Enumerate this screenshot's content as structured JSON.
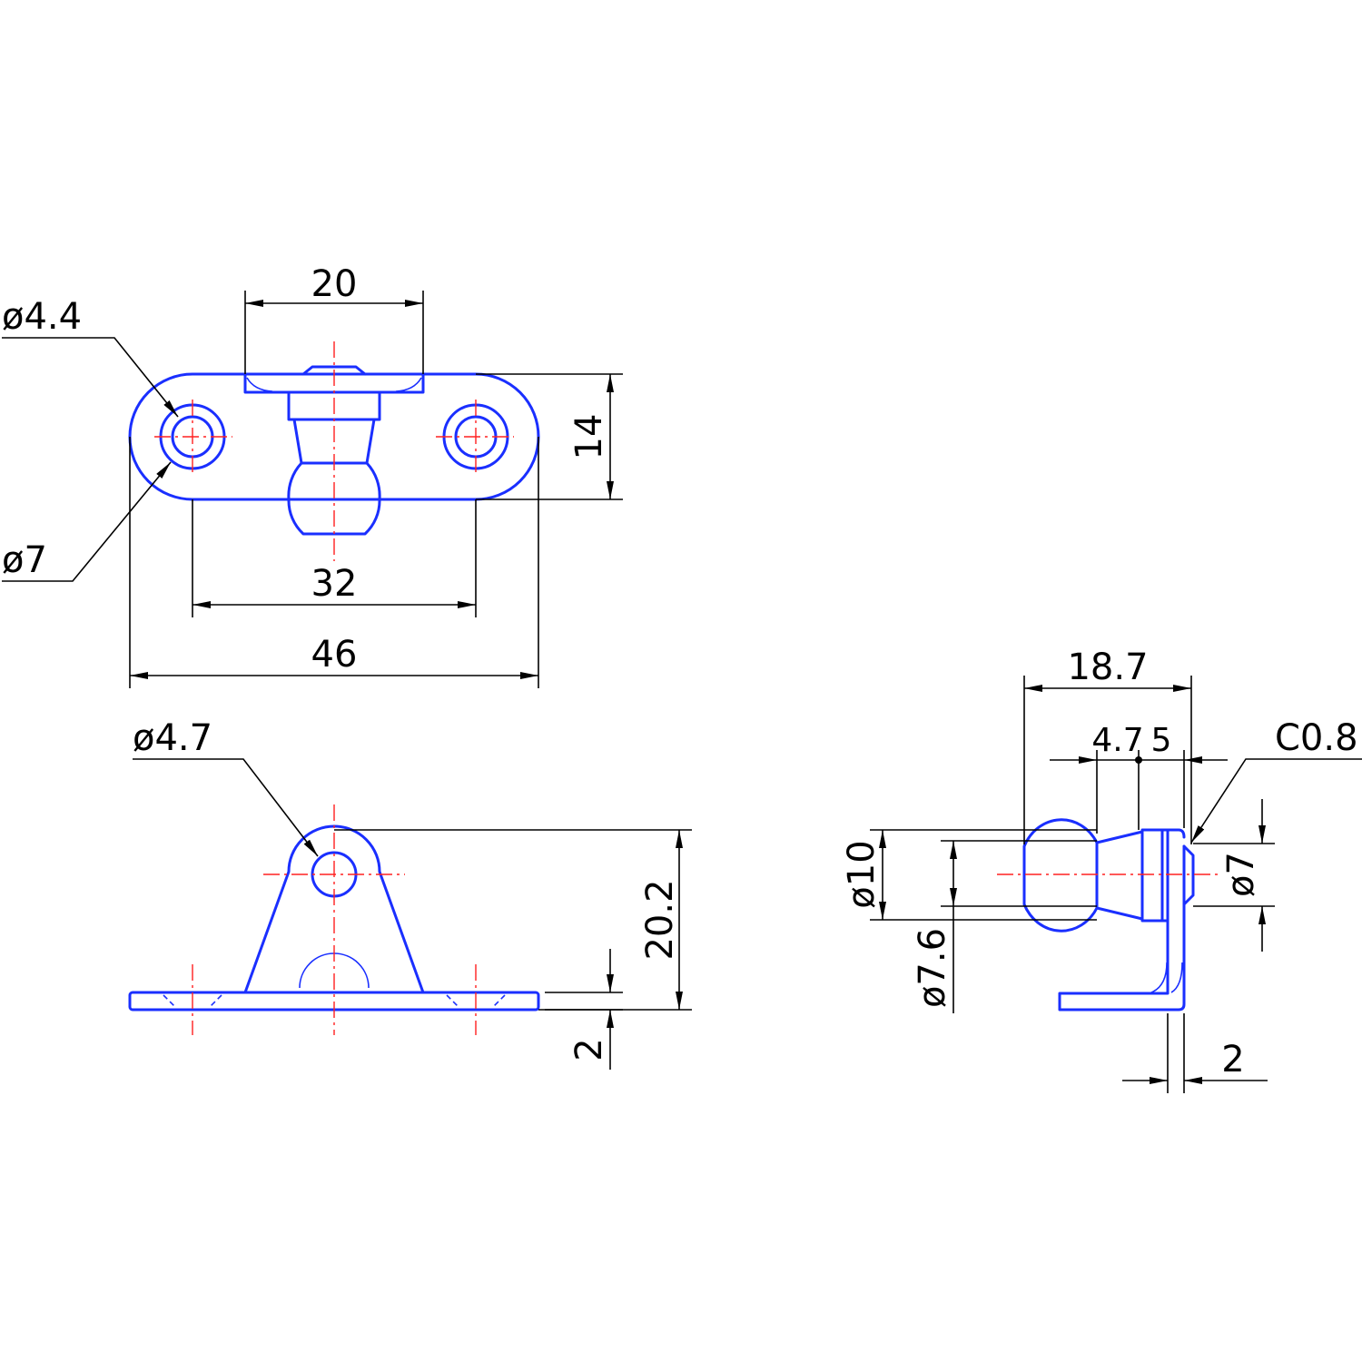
{
  "colors": {
    "part_outline": "#1a2fff",
    "centerline": "#ff2020",
    "dimension": "#000000",
    "background": "#ffffff"
  },
  "views": {
    "top": {
      "dims": {
        "hole_dia": "ø4.4",
        "counterbore_dia": "ø7",
        "slot_width": "20",
        "height": "14",
        "hole_spacing": "32",
        "overall_length": "46"
      }
    },
    "front": {
      "dims": {
        "pin_hole_dia": "ø4.7",
        "overall_height": "20.2",
        "plate_thickness": "2"
      }
    },
    "side": {
      "dims": {
        "overall_depth": "18.7",
        "step_a": "4.7",
        "step_b": "5",
        "chamfer": "C0.8",
        "ball_dia": "ø10",
        "neck_dia": "ø7.6",
        "collar_dia": "ø7",
        "plate_thickness": "2"
      }
    }
  }
}
